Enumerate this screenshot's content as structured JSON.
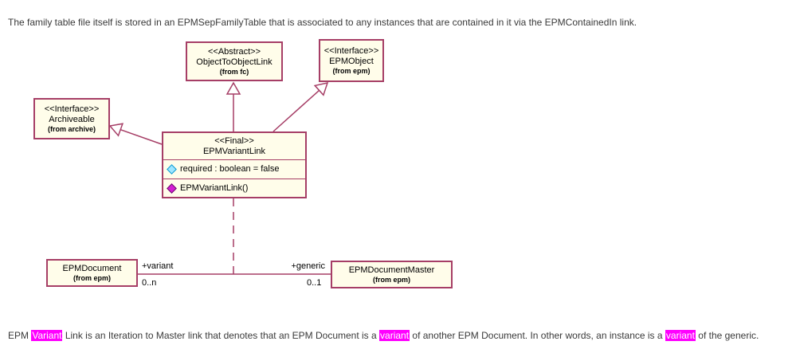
{
  "intro_text": "The family table file itself is stored in an EPMSepFamilyTable that is associated to any instances that are contained in it via the EPMContainedIn link.",
  "diagram": {
    "classes": {
      "object_to_object_link": {
        "stereotype": "<<Abstract>>",
        "name": "ObjectToObjectLink",
        "package": "(from fc)"
      },
      "epm_object": {
        "stereotype": "<<Interface>>",
        "name": "EPMObject",
        "package": "(from epm)"
      },
      "archiveable": {
        "stereotype": "<<Interface>>",
        "name": "Archiveable",
        "package": "(from archive)"
      },
      "epm_variant_link": {
        "stereotype": "<<Final>>",
        "name": "EPMVariantLink",
        "attribute": "required : boolean = false",
        "operation": "EPMVariantLink()"
      },
      "epm_document": {
        "name": "EPMDocument",
        "package": "(from epm)"
      },
      "epm_document_master": {
        "name": "EPMDocumentMaster",
        "package": "(from epm)"
      }
    },
    "association": {
      "role_variant": "+variant",
      "cardinality_variant": "0..n",
      "role_generic": "+generic",
      "cardinality_generic": "0..1"
    },
    "colors": {
      "box_border": "#a63e66",
      "box_fill": "#fffdea",
      "line": "#a63e66",
      "attribute_icon": "#0a9ad2",
      "operation_icon": "#d41ed4",
      "highlight": "#ff00ff"
    }
  },
  "footer": {
    "segments": [
      {
        "text": "EPM ",
        "highlight": false
      },
      {
        "text": "Variant",
        "highlight": true
      },
      {
        "text": " Link is an Iteration to Master link that denotes that an EPM Document is a ",
        "highlight": false
      },
      {
        "text": "variant",
        "highlight": true
      },
      {
        "text": " of another EPM Document.  In other words, an instance is a ",
        "highlight": false
      },
      {
        "text": "variant",
        "highlight": true
      },
      {
        "text": " of the generic.",
        "highlight": false
      }
    ]
  }
}
